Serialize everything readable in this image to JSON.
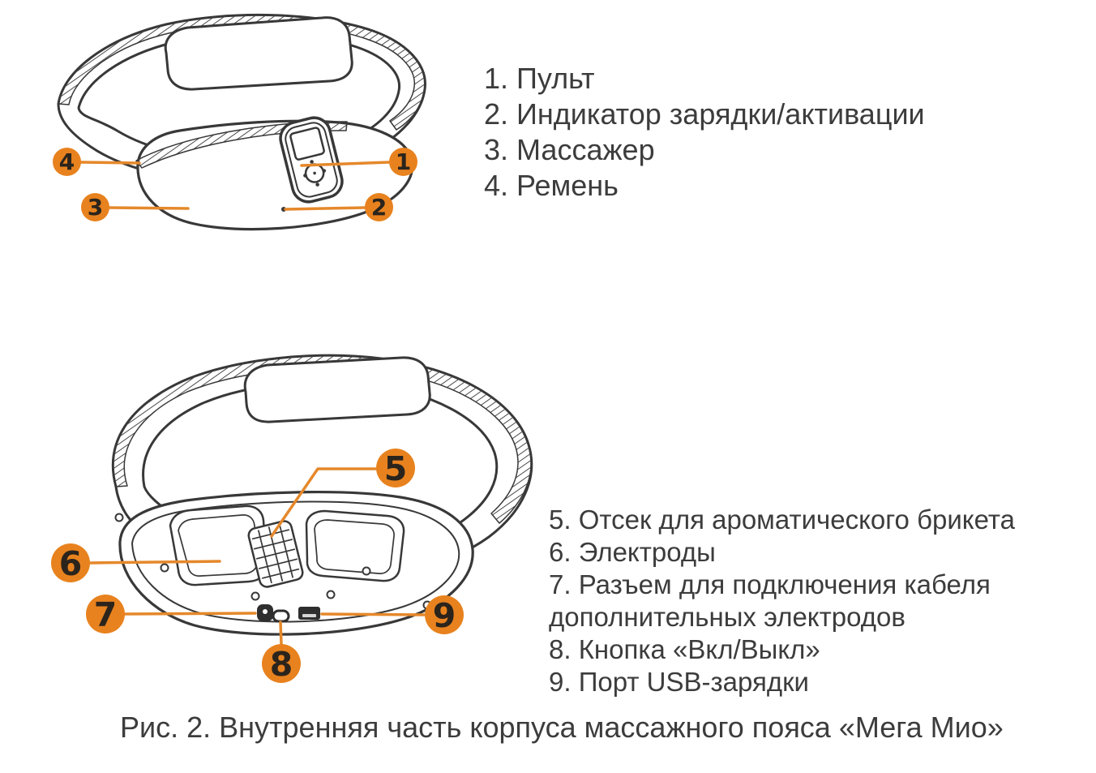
{
  "palette": {
    "accent": "#e8821e",
    "ink": "#383838",
    "text": "#3c3c3c",
    "badge_number": "#2b241c"
  },
  "top_diagram": {
    "callouts": [
      "1",
      "2",
      "3",
      "4"
    ],
    "legend": [
      "1. Пульт",
      "2. Индикатор зарядки/активации",
      "3. Массажер",
      "4. Ремень"
    ]
  },
  "bottom_diagram": {
    "callouts": [
      "5",
      "6",
      "7",
      "8",
      "9"
    ],
    "legend": [
      "5. Отсек для ароматического брикета",
      "6. Электроды",
      "7. Разъем для подключения кабеля дополнительных электродов",
      "8. Кнопка «Вкл/Выкл»",
      "9. Порт USB-зарядки"
    ]
  },
  "caption": "Рис. 2. Внутренняя часть корпуса массажного пояса «Мега Мио»"
}
